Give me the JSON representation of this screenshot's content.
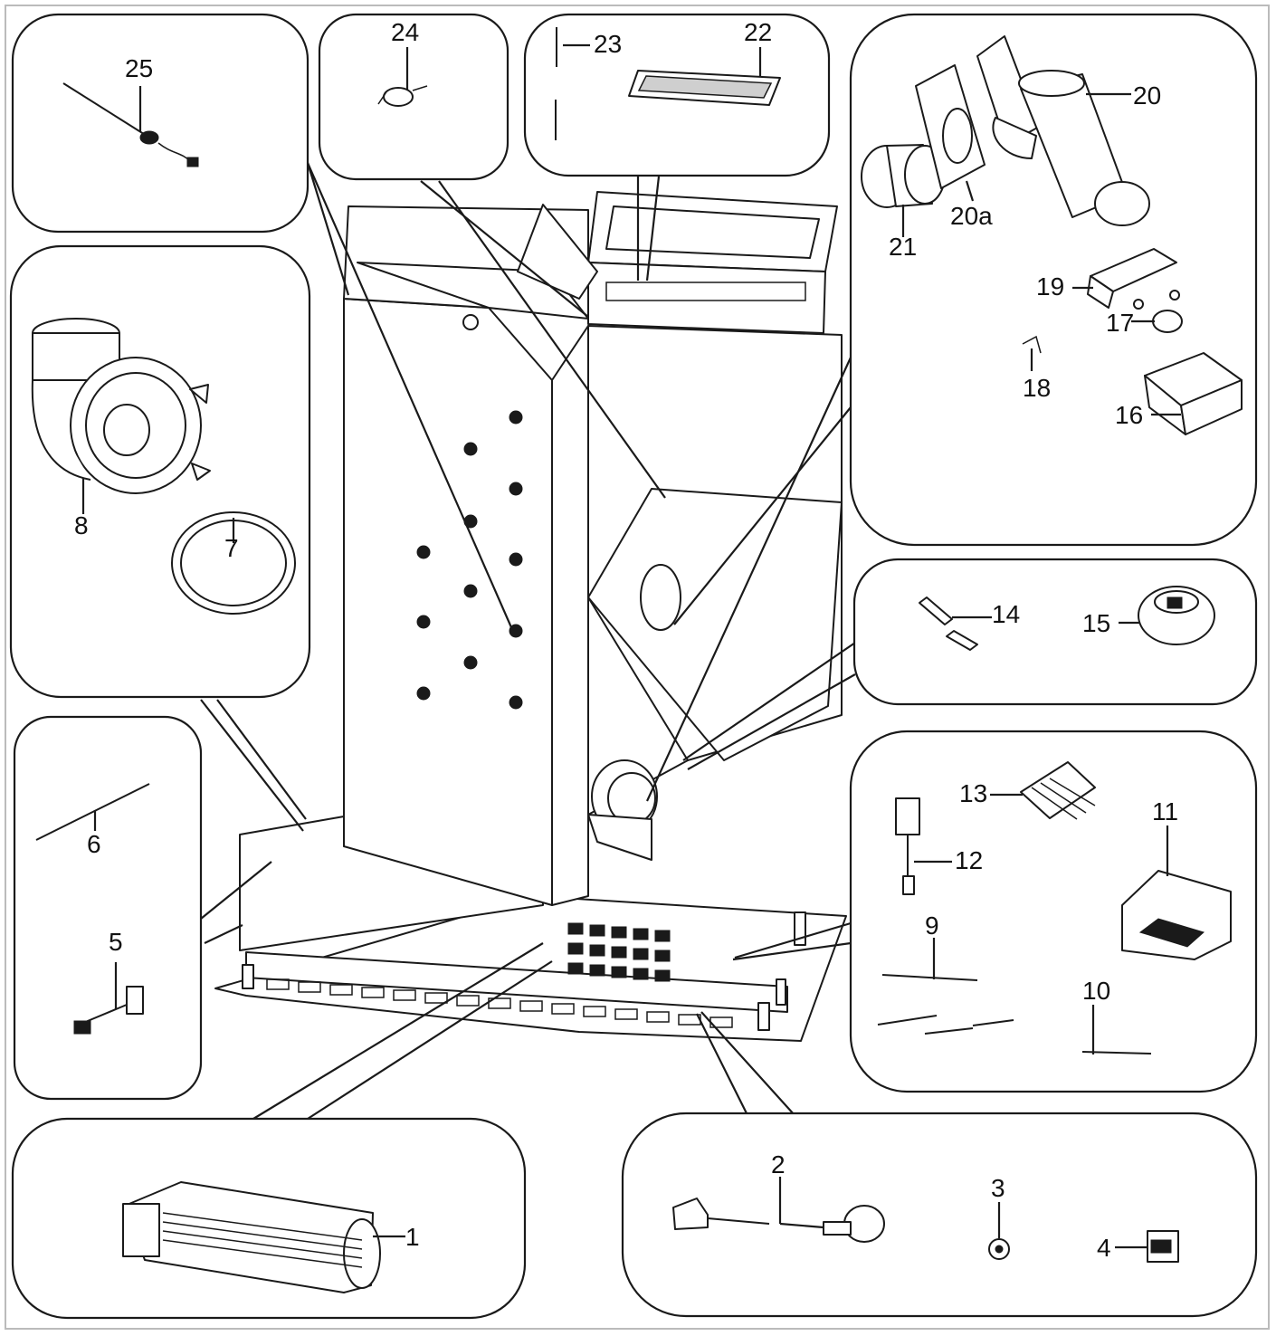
{
  "callouts": {
    "c1": "1",
    "c2": "2",
    "c3": "3",
    "c4": "4",
    "c5": "5",
    "c6": "6",
    "c7": "7",
    "c8": "8",
    "c9": "9",
    "c10": "10",
    "c11": "11",
    "c12": "12",
    "c13": "13",
    "c14": "14",
    "c15": "15",
    "c16": "16",
    "c17": "17",
    "c18": "18",
    "c19": "19",
    "c20": "20",
    "c20a": "20a",
    "c21": "21",
    "c22": "22",
    "c23": "23",
    "c24": "24",
    "c25": "25"
  },
  "colors": {
    "line": "#1a1a1a",
    "background": "#ffffff"
  }
}
